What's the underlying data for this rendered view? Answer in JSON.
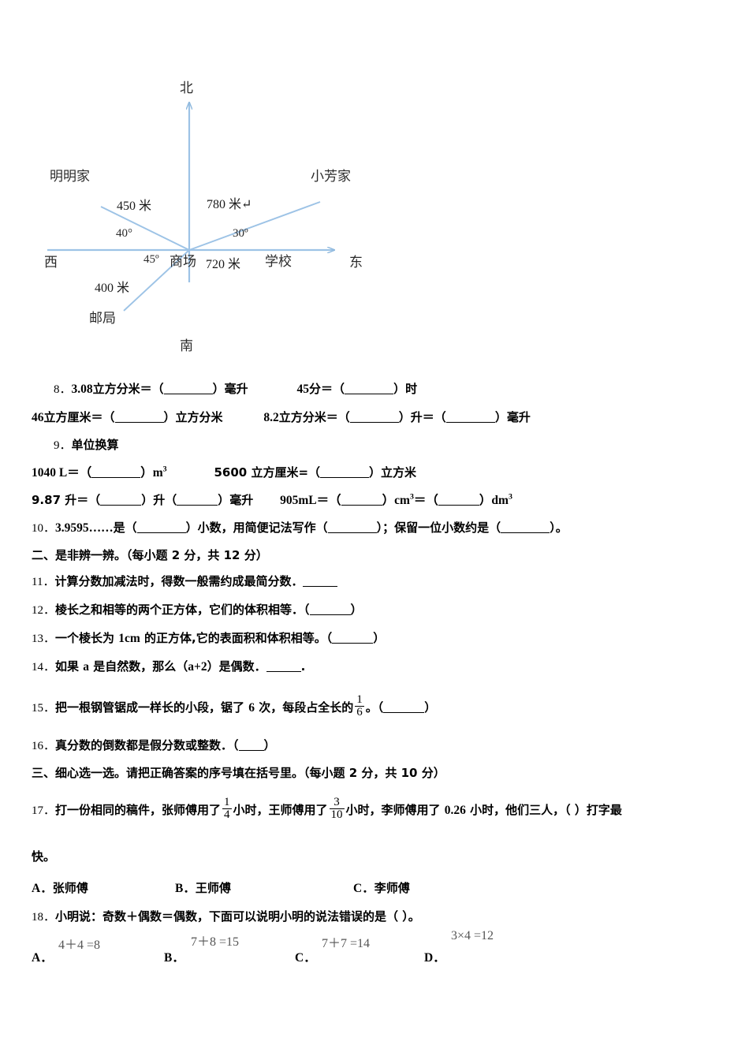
{
  "diagram": {
    "name": "direction-distance-diagram",
    "line_color": "#9dc3e6",
    "compass": {
      "north": "北",
      "south": "南",
      "east": "东",
      "west": "西"
    },
    "places": {
      "center": "商场",
      "mingming": "明明家",
      "xiaofang": "小芳家",
      "school": "学校",
      "post_office": "邮局"
    },
    "distances": {
      "mingming": "450 米",
      "xiaofang": "780 米↵",
      "school": "720 米",
      "post_office": "400 米"
    },
    "angles": {
      "mingming": "40°",
      "xiaofang": "30º",
      "post_office": "45º"
    }
  },
  "questions": {
    "q8": {
      "index": "8．",
      "line1_a_value": "3.08",
      "line1_a_unit": "立方分米＝（",
      "line1_a_tail": "）毫升",
      "line1_b_value": "45",
      "line1_b_unit": "分＝（",
      "line1_b_tail": "）时",
      "line2_a_value": "46",
      "line2_a_unit": "立方厘米＝（",
      "line2_a_tail": "）立方分米",
      "line2_b_value": "8.2",
      "line2_b_unit": "立方分米＝（",
      "line2_b_mid": "）升＝（",
      "line2_b_tail": "）毫升"
    },
    "q9": {
      "index": "9．",
      "title": "单位换算",
      "line1_a_pre": "1040 L＝（",
      "line1_a_post": "）m",
      "line1_a_sup": "3",
      "line1_b_pre": "5600 立方厘米=（",
      "line1_b_post": "）立方米",
      "line2_a_pre": "9.87 升＝（",
      "line2_a_mid": "）升（",
      "line2_a_post": "）毫升",
      "line2_b_pre": "905mL＝（",
      "line2_b_mid1": "）cm",
      "line2_b_sup1": "3",
      "line2_b_mid2": "＝（",
      "line2_b_post": "）dm",
      "line2_b_sup2": "3"
    },
    "q10": {
      "index": "10．",
      "value": "3.9595……",
      "part1": "是（",
      "part2": "）小数，用简便记法写作（",
      "part3": "）；保留一位小数约是（",
      "part4": "）。"
    },
    "section2": {
      "heading": "二、是非辨一辨。（每小题 2 分，共 12 分）"
    },
    "q11": {
      "index": "11．",
      "text": "计算分数加减法时，得数一般需约成最简分数．"
    },
    "q12": {
      "index": "12．",
      "text": "棱长之和相等的两个正方体，它们的体积相等．（",
      "tail": "）"
    },
    "q13": {
      "index": "13．",
      "text_a": "一个棱长为 ",
      "text_b": "1cm",
      "text_c": " 的正方体,它的表面积和体积相等。（",
      "tail": "）"
    },
    "q14": {
      "index": "14．",
      "text_a": "如果 ",
      "text_b": "a",
      "text_c": " 是自然数，那么（",
      "text_d": "a+2",
      "text_e": "）是偶数．",
      "tail": "."
    },
    "q15": {
      "index": "15．",
      "text_a": "把一根钢管锯成一样长的小段，锯了 ",
      "text_b": "6",
      "text_c": " 次，每段占全长的",
      "frac_num": "1",
      "frac_den": "6",
      "text_d": "。（",
      "tail": "）"
    },
    "q16": {
      "index": "16．",
      "text": "真分数的倒数都是假分数或整数．（",
      "tail": "）"
    },
    "section3": {
      "heading": "三、细心选一选。请把正确答案的序号填在括号里。（每小题 2 分，共 10 分）"
    },
    "q17": {
      "index": "17．",
      "text_a": "打一份相同的稿件，张师傅用了",
      "frac1_num": "1",
      "frac1_den": "4",
      "text_b": "小时，王师傅用了",
      "frac2_num": "3",
      "frac2_den": "10",
      "text_c": "小时，李师傅用了 ",
      "text_d": "0.26",
      "text_e": " 小时，他们三人，（    ）打字最",
      "text_f": "快。",
      "options": [
        {
          "label": "A．",
          "text": "张师傅"
        },
        {
          "label": "B．",
          "text": "王师傅"
        },
        {
          "label": "C．",
          "text": "李师傅"
        }
      ]
    },
    "q18": {
      "index": "18．",
      "text": "小明说：奇数＋偶数＝偶数，下面可以说明小明的说法错误的是（    ）。",
      "options": [
        {
          "label": "A．",
          "formula": "4＋4 =8"
        },
        {
          "label": "B．",
          "formula": "7＋8 =15"
        },
        {
          "label": "C．",
          "formula": "7＋7 =14"
        },
        {
          "label": "D．",
          "formula": "3×4 =12"
        }
      ]
    }
  }
}
